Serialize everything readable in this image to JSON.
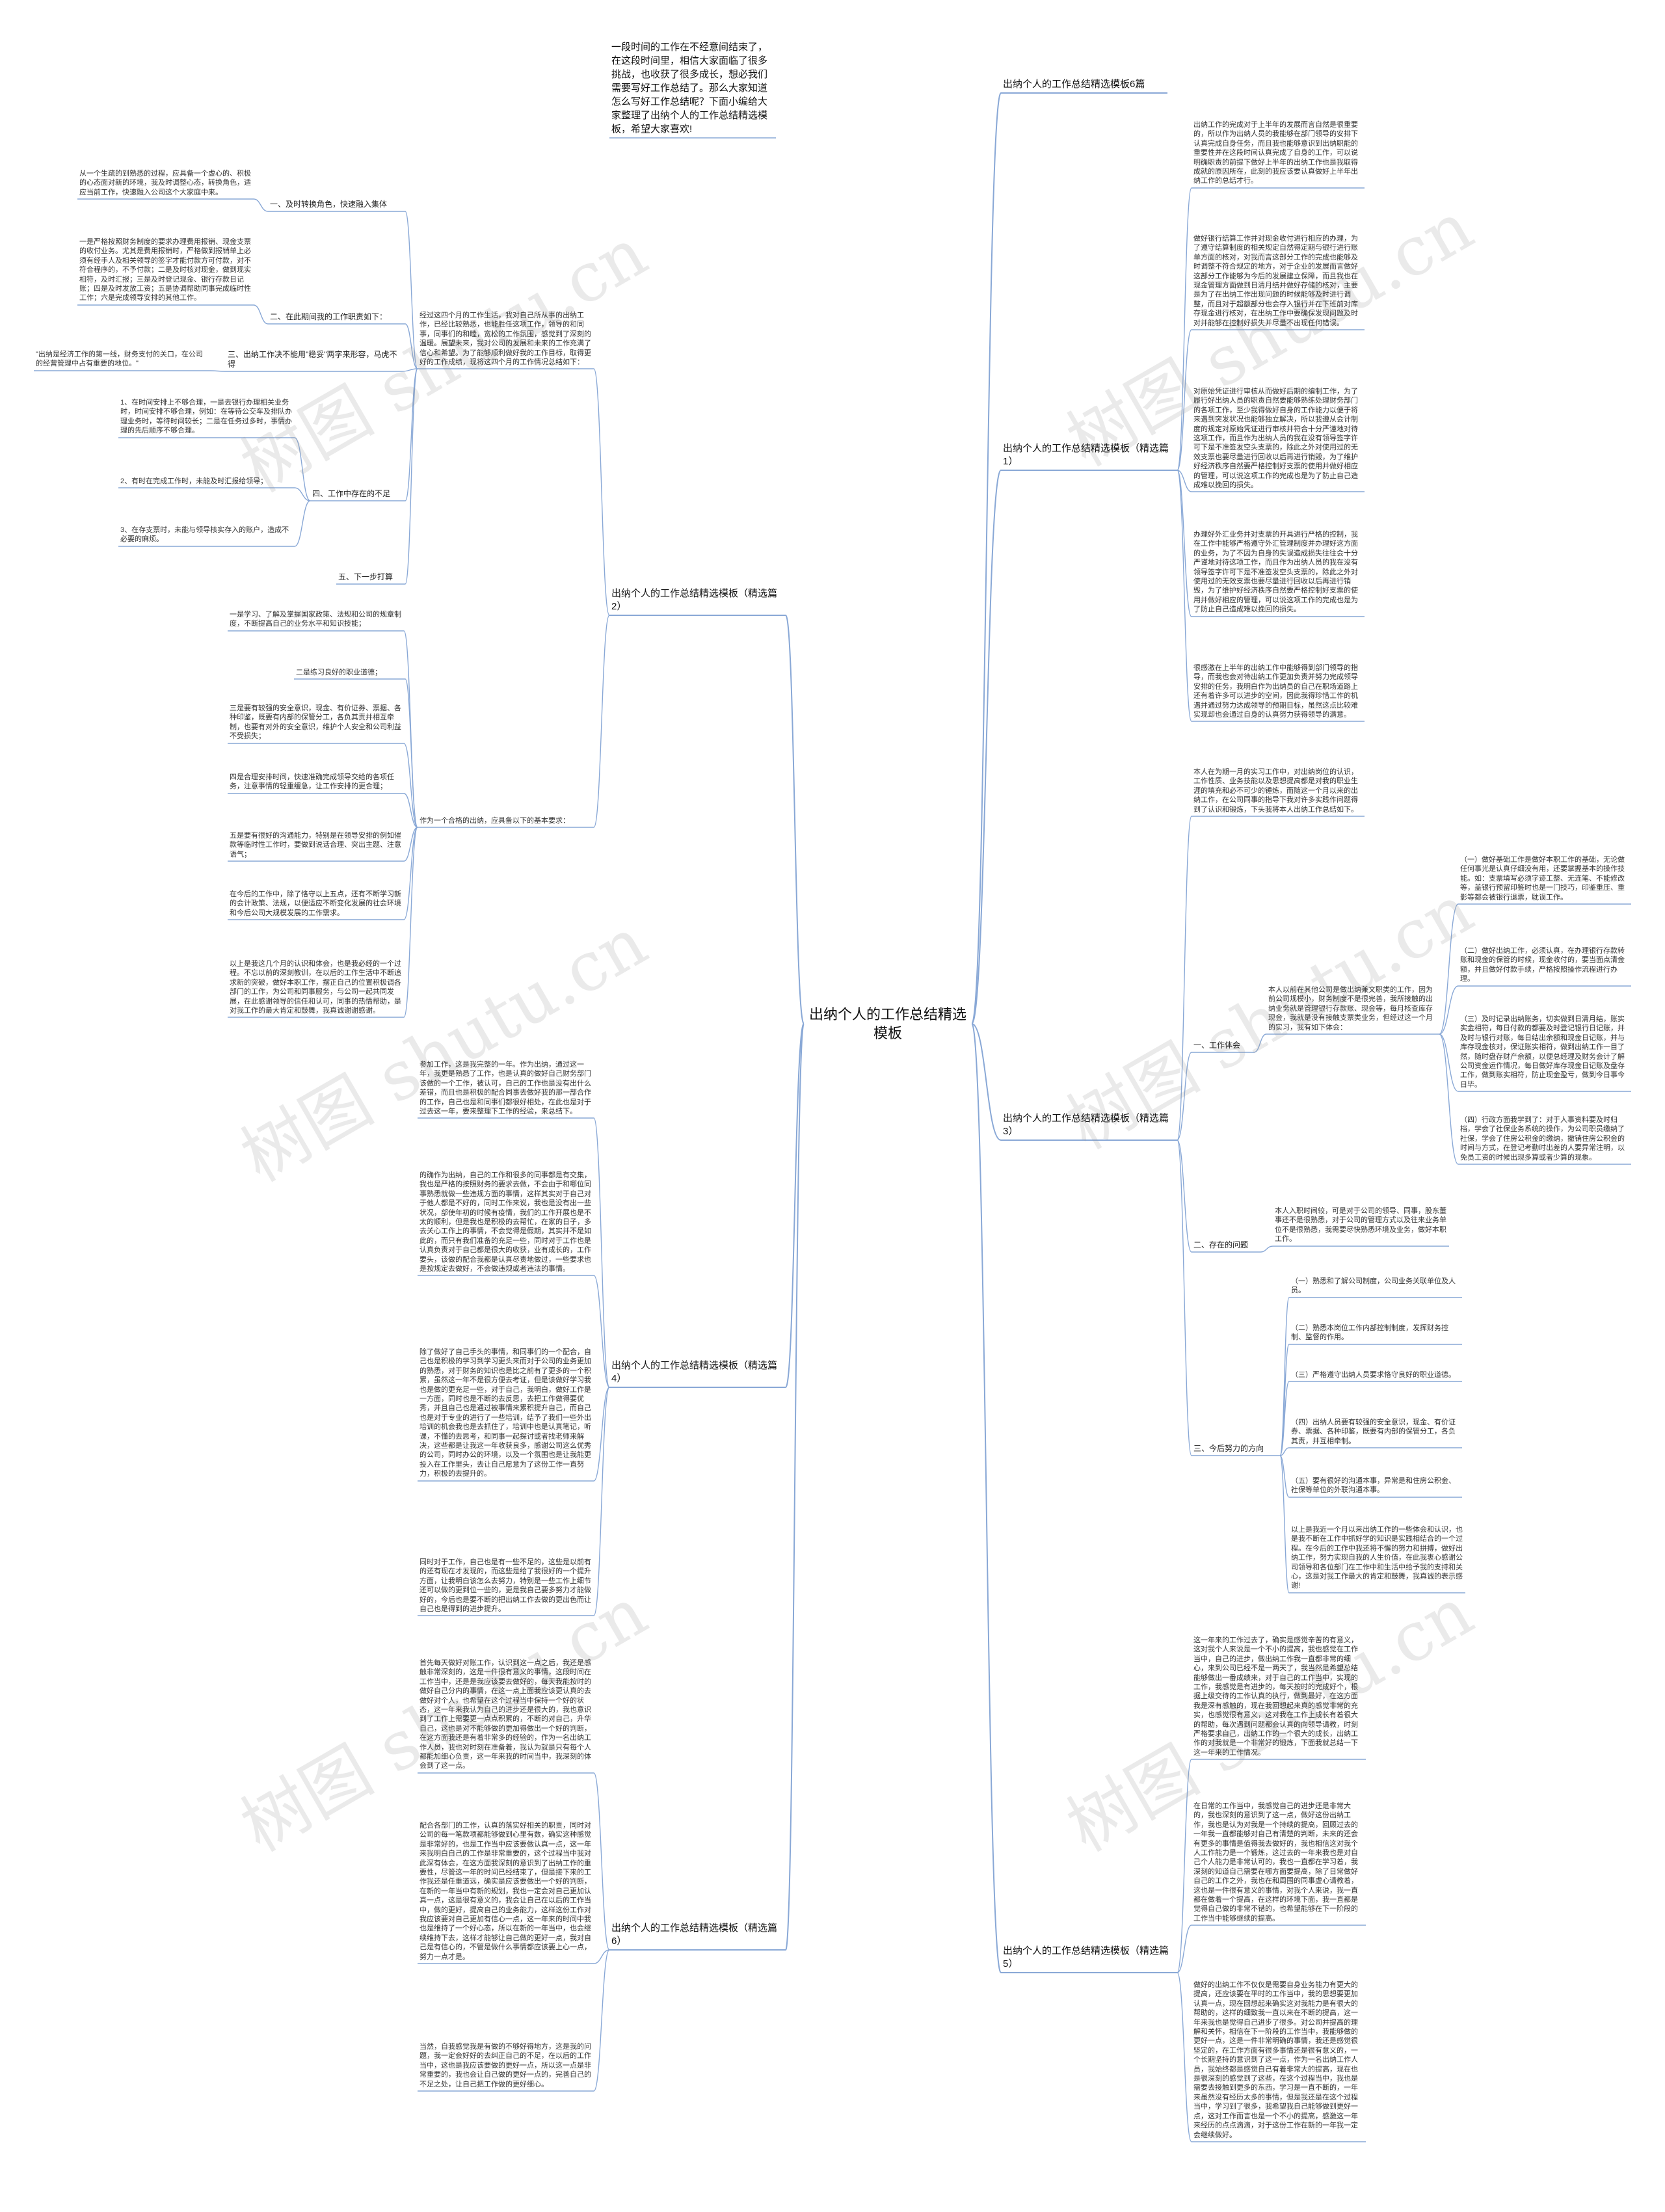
{
  "title": "出纳个人的工作总结精选模板",
  "intro": "一段时间的工作在不经意间结束了，在这段时间里，相信大家面临了很多挑战，也收获了很多成长，想必我们需要写好工作总结了。那么大家知道怎么写好工作总结呢？下面小编给大家整理了出纳个人的工作总结精选模板，希望大家喜欢!",
  "branches": [
    "出纳个人的工作总结精选模板6篇",
    "出纳个人的工作总结精选模板（精选篇1）",
    "出纳个人的工作总结精选模板（精选篇2）",
    "出纳个人的工作总结精选模板（精选篇3）",
    "出纳个人的工作总结精选模板（精选篇4）",
    "出纳个人的工作总结精选模板（精选篇5）",
    "出纳个人的工作总结精选模板（精选篇6）"
  ],
  "p1": [
    "出纳工作的完成对于上半年的发展而言自然是很重要的，所以作为出纳人员的我能够在部门领导的安排下认真完成自身任务，而且我也能够意识到出纳职能的重要性并在这段时间认真完成了自身的工作，可以说明确职责的前提下做好上半年的出纳工作也是我取得成就的原因所在，此刻的我应该要认真做好上半年出纳工作的总结才行。",
    "做好银行结算工作并对现金收付进行相应的办理，为了遵守结算制度的相关规定自然得定期与银行进行账单方面的核对，对我而言这部分工作的完成也能够及时调整不符合规定的地方，对于企业的发展而言做好这部分工作能够为今后的发展建立保障，而且我也在现金管理方面做到日清月结并做好存储的核对，主要是为了在出纳工作出现问题的时候能够及时进行调整，而且对于超额部分也会存入银行并在下班前对库存现金进行核对，在出纳工作中要确保发现问题及时对并能够在控制好损失并尽量不出现任何错误。",
    "对原始凭证进行审核从而做好后期的编制工作，为了履行好出纳人员的职责自然要能够熟练处理财务部门的各项工作，至少我得做好自身的工作能力以便于将来遇到突发状况也能够独立解决，所以我遵从会计制度的规定对原始凭证进行审核并符合十分严谨地对待这项工作，而且作为出纳人员的我在没有领导签字许可下是不准签发空头支票的，除此之外对使用过的无效支票也要尽量进行回收以后再进行销毁，为了维护好经济秩序自然要严格控制好支票的使用并做好相应的管理，可以说这项工作的完成也是为了防止自己造成难以挽回的损失。",
    "办理好外汇业务并对支票的开具进行严格的控制，我在工作中能够严格遵守外汇管理制度并办理好这方面的业务，为了不因为自身的失误造成损失往往会十分严谨地对待这项工作，而且作为出纳人员的我在没有领导签字许可下是不准签发空头支票的，除此之外对使用过的无效支票也要尽量进行回收以后再进行销毁，为了维护好经济秩序自然要严格控制好支票的使用并做好相应的管理，可以说这项工作的完成也是为了防止自己造成难以挽回的损失。",
    "很感激在上半年的出纳工作中能够得到部门领导的指导，而我也会对待出纳工作更加负责并努力完成领导安排的任务，我明白作为出纳员的自己在职场道路上还有着许多可以进步的空间，因此我得珍惜工作的机遇并通过努力达成领导的预期目标，虽然这点比较难实现却也会通过自身的认真努力获得领导的满意。"
  ],
  "p2": {
    "sub": [
      "一、及时转换角色，快速融入集体",
      "二、在此期间我的工作职责如下：",
      "三、出纳工作决不能用\"稳妥\"两字来形容，马虎不得",
      "四、工作中存在的不足",
      "五、下一步打算"
    ],
    "s1": "从一个生疏的到熟悉的过程，应具备一个虚心的、积极的心态面对新的环境，我及时调整心态，转换角色，适应当前工作，快速融入公司这个大家庭中来。",
    "s2": "一是严格按照财务制度的要求办理费用报销、现金支票的收付业务。尤其是费用报销时，严格做到报销单上必须有经手人及相关领导的签字才能付款方可付款，对不符合程序的，不予付款；二是及时核对现金，做到现实相符，及时汇报；三是及时登记现金、银行存款日记账；四是及时发放工资；五是协调帮助同事完成临时性工作；六是完成领导安排的其他工作。",
    "s3": "\"出纳是经济工作的第一线，财务支付的关口，在公司的经营管理中占有重要的地位。\"",
    "s4": [
      "1、在时间安排上不够合理，一是去银行办理相关业务时，时间安排不够合理，例如：在等待公交车及排队办理业务时，等待时间较长；二是在任务过多时，事情办理的先后顺序不够合理。",
      "2、有时在完成工作时，未能及时汇报给领导；",
      "3、在存支票时，未能与领导核实存入的账户，造成不必要的麻烦。"
    ],
    "mid1": "经过这四个月的工作生活，我对自己所从事的出纳工作，已经比较熟悉，也能胜任这项工作，领导的和同事，同事们的和睦，宽松的工作氛围，感觉到了深刻的温暖。展望未来，我对公司的发展和未来的工作充满了信心和希望。为了能够顺利做好我的工作目标，取得更好的工作成绩，现将这四个月的工作情况总结如下：",
    "mid2": "作为一个合格的出纳，应具备以下的基本要求：",
    "s5": [
      "一是学习、了解及掌握国家政策、法规和公司的规章制度，不断提高自己的业务水平和知识技能；",
      "二是练习良好的职业道德；",
      "三是要有较强的安全意识，现金、有价证券、票据、各种印鉴，既要有内部的保管分工，各负其责并相互牵制，也要有对外的安全意识，维护个人安全和公司利益不受损失；",
      "四是合理安排时间，快速准确完成领导交给的各项任务，注意事情的轻重缓急，让工作安排的更合理；",
      "五是要有很好的沟通能力，特别是在领导安排的例如催款等临时性工作时，要做到说话合理、突出主题、注意语气；",
      "在今后的工作中，除了恪守以上五点，还有不断学习新的会计政策、法规，以便适应不断变化发展的社会环境和今后公司大规模发展的工作需求。",
      "以上是我这几个月的认识和体会，也是我必经的一个过程。不忘以前的深刻教训，在以后的工作生活中不断追求新的突破，做好本职工作，摆正自己的位置积极调各部门的工作，为公司和同事服务，与公司一起共同发展，在此感谢领导的信任和认可，同事的热情帮助，是对我工作的最大肯定和鼓舞，我真诚谢谢感谢。"
    ]
  },
  "p3": {
    "intro": "本人在为期一月的实习工作中，对出纳岗位的认识，工作性质、业务技能以及思想提高都是对我的职业生涯的填充和必不可少的锤炼，而随这一个月以来的出纳工作，在公司同事的指导下我对许多实践作问题得到了认识和锻炼，下头我将本人出纳工作总结如下。",
    "sub": [
      "一、工作体会",
      "二、存在的问题",
      "三、今后努力的方向"
    ],
    "w1": "本人以前在其他公司是做出纳兼文职类的工作，因为前公司规模小，财务制度不是很完善，我所接触的出纳业务就是管理银行存款账、现金等，每月核查库存现金，我就是没有接触支票类业务，但经过这一个月的实习，我有如下体会：",
    "w_items": [
      "（一）做好基础工作是做好本职工作的基础，无论做任何事光是认真仔细没有用，还要掌握基本的操作技能。如：支票填写必须字迹工整、无连笔、不能修改等，盖银行预留印鉴时也是一门技巧，印鉴重压、重影等都会被银行退票，耽误工作。",
      "（二）做好出纳工作，必须认真，在办理银行存款转账和现金的保管的时候，现金收付的，要当面点清金额，并且做好付款手续，严格按照操作流程进行办理。",
      "（三）及时记录出纳账务，切实做到日清月结，账实实金相符，每日付款的都要及时登记银行日记账，并及时与银行对账，每日结出余额和现金日记账，并与库存现金核对，保证账实相符，做到出纳工作一目了然，随时盘存财产余额，以便总经理及财务会计了解公司资金运作情况，每日做好库存现金日记账及盘存工作，做到账实相符，防止现金盈亏，做到今日事今日毕。",
      "（四）行政方面我学到了：对于人事资料要及时归档，学会了社保业务系统的操作，为公司职员缴纳了社保，学会了住房公积金的缴纳，撤销住房公积金的时间与方式，在登记考勤时出差的人要异常注明，以免员工资的时候出现多算或者少算的现象。"
    ],
    "w2": "本人入职时间较，可是对于公司的领导、同事，股东董事还不是很熟悉，对于公司的管理方式以及往来业务单位不是很熟悉，我需要尽快熟悉环境及业务，做好本职工作。",
    "w3_items": [
      "（一）熟悉和了解公司制度，公司业务关联单位及人员。",
      "（二）熟悉本岗位工作内部控制制度，发挥财务控制、监督的作用。",
      "（三）严格遵守出纳人员要求恪守良好的职业道德。",
      "（四）出纳人员要有较强的安全意识，现金、有价证券、票据、各种印鉴，既要有内部的保管分工，各负其责，并互相牵制。",
      "（五）要有很好的沟通本事，异常是和住房公积金、社保等单位的外联沟通本事。"
    ],
    "w3_end": "以上是我近一个月以来出纳工作的一些体会和认识，也是我不断在工作中抓好学的知识是实践相结合的一个过程。在今后的工作中我还将不懈的努力和拼搏，做好出纳工作，努力实现自我的人生价值，在此我衷心感谢公司领导和各位部门在工作中和生活中给予我的支持和关心，这是对我工作最大的肯定和鼓舞，我真诚的表示感谢!"
  },
  "p4": [
    "参加工作，这是我完整的一年。作为出纳，通过这一年，我更是熟悉了工作，也是认真的做好自己财务部门该做的一个工作，被认可，自己的工作也是没有出什么差错，而且也是积极的配合同事去做好我的那一部合作的工作，自己也是和同事们都很好相处，在此也是对于过去这一年，要来整理下工作的经验，来总结下。",
    "的确作为出纳，自己的工作和很多的同事都是有交集，我也是严格的按照财务的要求去做，不会由于和哪位同事熟悉就做一些违规方面的事情，这样其实对于自己对于他人都是不好的，同时工作来说，我也是没有出一些状况，部使年初的时候有疫情，我们的工作开展也是不太的顺利，但是我也是积极的去帮忙，在家的日子，多去关心工作上的事情，不会觉得是假期，其实并不是如此的，而只有我们准备的充足一些，同时对于工作也是认真负责对于自己都是很大的收获，业有成长的，工作要头，该做的配合我都是认真尽责地做过，一些要求也是按规定去做好，不会做违规或者违法的事情。",
    "除了做好了自己手头的事情，和同事们的一个配合，自己也是积极的学习到学习更头来而对于公司的业务更加的熟悉，对于财务的知识也是比之前有了更多的一个积累，虽然这一年不是很方便去考证，但是该做好学习我也是做的更充足一些，对于自己，我明白，做好工作是一方面，同时也是不断的去反思，去把工作做得要优秀，并且自己也是通过被事情来累积提升自己，而自己也是对于专业的进行了一些培训，结予了我们一些外出培训的机会我也是去抓住了，培训中也是认真笔记，听课，不懂的去思考，和同事一起探讨或者找老师来解决，这些都是让我这一年收获良多，感谢公司这么优秀的公司，同时办公的环境，以及一个氛围也是让我能更投入在工作里头，去让自己愿意为了这份工作一直努力，积极的去提升的。",
    "同时对于工作，自己也是有一些不足的，这些是以前有的还有现在才发现的，而这些是给了我很好的一个提升方面，让我明白该怎么去努力，特别是一些工作上细节还可以做的更到位一些的，更是我自己要多努力才能做好的，今后也是要不断的把出纳工作去做的更出色而让自己也是得到的进步提升。"
  ],
  "p5": [
    "这一年来的工作过去了，确实是感觉辛苦的有意义，这对我个人来说是一个不小的提高，我也感觉在工作当中，自己的进步，做出纳工作我一直都非常的细心，来到公司已经不是一两天了，我当然是希望总结能够做出一番成绩来，对于自己的工作当中，实现的工作，我感觉是有进步的，每天按时的完成好个，根据上级交待的工作认真的执行，做到最好，在这方面我是深有感触的，现在我回想起来真的感觉非常的充实，也感觉很有意义，这对我在工作上成长有着很大的帮助，每次遇到问题都会认真的向领导请教，时刻严格要求自己，出纳工作的一个很大的成长，出纳工作的对我就是一个非常好的锻炼，下面我就总结一下这一年来的工作情况。",
    "在日常的工作当中，我感觉自己的进步还是非常大的，我也深刻的意识到了这一点，做好这份出纳工作，我也是认为对我是一个持续的提高，回顾过去的一年我一直都能够对自己有清楚的判断，未来的还会有更多的事情是值得我去做好的，我也相信这对我个人工作能力是一个锻炼，这过去的一年来我也是对自己个人能力是非常认可的，我也一直都在学习着，我深刻的知道自己需要在哪方面要提高，除了日常做好自己的工作之外，我也在和周围的同事虚心请教着，这也是一件很有意义的事情，对我个人来说，我一直都在做着一个提高，在这样的环境下面，我一直都是觉得自己做的非常不错的，也希望能够在下一阶段的工作当中能够继续的提高。",
    "做好的出纳工作不仅仅是需要自身业务能力有更大的提高，还应该要在平时的工作当中，我的思想要更加认真一点，现在回想起来确实这对我能力是有很大的帮助的，这样的细致我一直以来在不断的提高，这一年来我也是觉得自己进步了很多。对公司并提高的理解和关怀，相信在下一阶段的工作当中，我能够做的更好一点，这是一件非常明确的事情，我还是感觉很坚定的，在工作方面有很多事情还是很有意义的，一个长期坚持的意识到了这一点，作为一名出纳工作人员，我始终都是感觉自己有着非常大的提高，现在也是很深刻的感觉到了这些，在这个过程当中，我也是需要去接触到更多的东西，学习是一直不断的，一年来虽然没有经历太多的事情，但是我还是在这个过程当中，学习到了很多，我希望我自己能够做到更好一点，这对工作而言也是一个不小的提高，感激这一年来经历的点点滴滴，对于这份工作在新的一年我一定会继续做好。"
  ],
  "p6": [
    "首先每天做好对账工作，认识到这一点之后，我还是感触非常深刻的，这是一件很有意义的事情，这段时间在工作当中，还是是我应该要去做好的，每天我能按时的做好自己分内的事情，在这一点上面我应该更认真的去做好对个人，也希望在这个过程当中保持一个好的状态，这一年来我认为自己的进步还是很大的，我也意识到了工作上需要更一点点积累的，不断的对自己，升华自己，这也是对不能够做的更加得做出一个好的判断，在这方面我还是有着非常多的经验的，作为一名出纳工作人员，我也对时刻在准备着，我认为就是只有每个人都能加细心负责，这一年来我的时间当中，我深刻的体会到了这一点。",
    "配合各部门的工作，认真的落实好相关的职责，同时对公司的每一笔款项都能够做到心里有数，确实这种感觉是非常好的，也是工作当中应该要做认真一点，这一年来我明白自己的工作是非常重要的，这个过程当中我对此深有体会，在这方面我深刻的意识到了出纳工作的重要性，尽管这一年的时间已经结束了，但是接下来的工作我还是任重道远，确实是应该要做出一个好的判断，在新的一年当中有新的规划，我也一定会对自己更加认真一点，这是很有意义的，我会让自己在以后的工作当中，做的更好，提高自己的业务能力，这样这份工作对我应该要对自己更加有信心一点，这一年来的时间中我也是维持了一个好心态，所以在新的一年当中，也会继续维持下去，这样才能够让自己做的更好一点，我对自己是有信心的，不管是做什么事情都应该要上心一点，努力一点才是。",
    "当然，自我感觉我是有做的不够好得地方，这是我的问题，我一定会好好的去纠正自己的不足，在以后的工作当中，这也是我应该要做的更好一点，所以这一点是非常重要的，我也会让自己做的更好一点的，完善自己的不足之处，让自己把工作做的更好细心。"
  ],
  "watermark": "树图 shutu.cn"
}
